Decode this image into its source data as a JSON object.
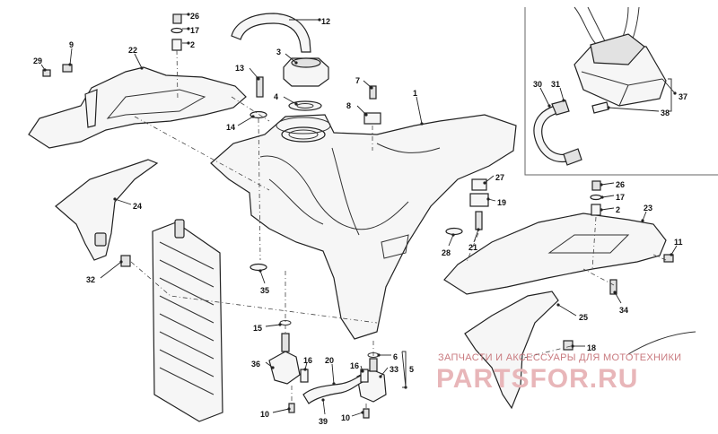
{
  "callouts": [
    {
      "id": "c1",
      "label": "1"
    },
    {
      "id": "c2a",
      "label": "2"
    },
    {
      "id": "c2b",
      "label": "2"
    },
    {
      "id": "c3",
      "label": "3"
    },
    {
      "id": "c4",
      "label": "4"
    },
    {
      "id": "c5",
      "label": "5"
    },
    {
      "id": "c6",
      "label": "6"
    },
    {
      "id": "c7",
      "label": "7"
    },
    {
      "id": "c8",
      "label": "8"
    },
    {
      "id": "c9",
      "label": "9"
    },
    {
      "id": "c10a",
      "label": "10"
    },
    {
      "id": "c10b",
      "label": "10"
    },
    {
      "id": "c11",
      "label": "11"
    },
    {
      "id": "c12",
      "label": "12"
    },
    {
      "id": "c13",
      "label": "13"
    },
    {
      "id": "c14",
      "label": "14"
    },
    {
      "id": "c15",
      "label": "15"
    },
    {
      "id": "c16a",
      "label": "16"
    },
    {
      "id": "c16b",
      "label": "16"
    },
    {
      "id": "c17a",
      "label": "17"
    },
    {
      "id": "c17b",
      "label": "17"
    },
    {
      "id": "c18",
      "label": "18"
    },
    {
      "id": "c19",
      "label": "19"
    },
    {
      "id": "c20",
      "label": "20"
    },
    {
      "id": "c21",
      "label": "21"
    },
    {
      "id": "c22",
      "label": "22"
    },
    {
      "id": "c23",
      "label": "23"
    },
    {
      "id": "c24",
      "label": "24"
    },
    {
      "id": "c25",
      "label": "25"
    },
    {
      "id": "c26a",
      "label": "26"
    },
    {
      "id": "c26b",
      "label": "26"
    },
    {
      "id": "c27",
      "label": "27"
    },
    {
      "id": "c28",
      "label": "28"
    },
    {
      "id": "c29",
      "label": "29"
    },
    {
      "id": "c30",
      "label": "30"
    },
    {
      "id": "c31",
      "label": "31"
    },
    {
      "id": "c32",
      "label": "32"
    },
    {
      "id": "c33",
      "label": "33"
    },
    {
      "id": "c34",
      "label": "34"
    },
    {
      "id": "c35",
      "label": "35"
    },
    {
      "id": "c36",
      "label": "36"
    },
    {
      "id": "c37",
      "label": "37"
    },
    {
      "id": "c38",
      "label": "38"
    },
    {
      "id": "c39",
      "label": "39"
    }
  ],
  "watermark": {
    "subtitle": "ЗАПЧАСТИ И АКСЕССУАРЫ ДЛЯ МОТОТЕХНИКИ",
    "logo_text": "PARTSFOR.RU",
    "colors": {
      "subtitle": "#c97a7f",
      "logo": "#e8b6b9"
    }
  }
}
